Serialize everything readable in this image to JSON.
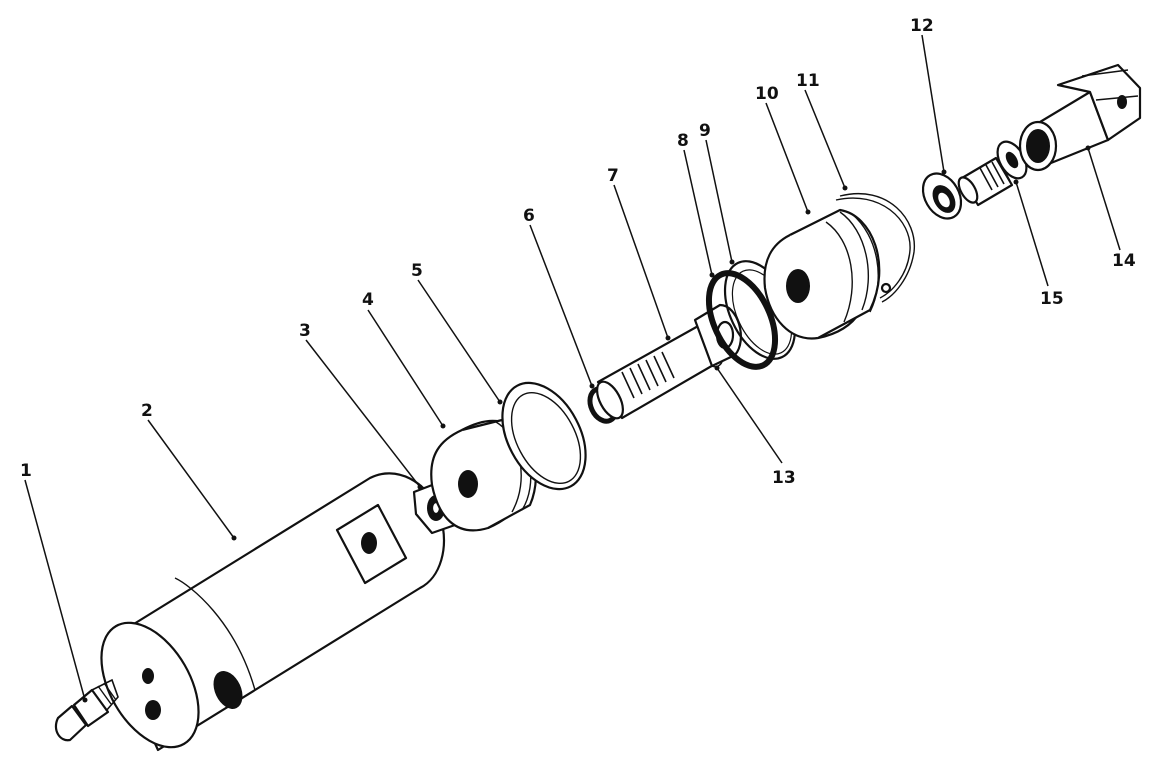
{
  "diagram": {
    "callouts": [
      {
        "id": "1",
        "label": "1"
      },
      {
        "id": "2",
        "label": "2"
      },
      {
        "id": "3",
        "label": "3"
      },
      {
        "id": "4",
        "label": "4"
      },
      {
        "id": "5",
        "label": "5"
      },
      {
        "id": "6",
        "label": "6"
      },
      {
        "id": "7",
        "label": "7"
      },
      {
        "id": "8",
        "label": "8"
      },
      {
        "id": "9",
        "label": "9"
      },
      {
        "id": "10",
        "label": "10"
      },
      {
        "id": "11",
        "label": "11"
      },
      {
        "id": "12",
        "label": "12"
      },
      {
        "id": "13",
        "label": "13"
      },
      {
        "id": "14",
        "label": "14"
      },
      {
        "id": "15",
        "label": "15"
      }
    ],
    "colors": {
      "ink": "#111111",
      "paper": "#ffffff"
    }
  }
}
